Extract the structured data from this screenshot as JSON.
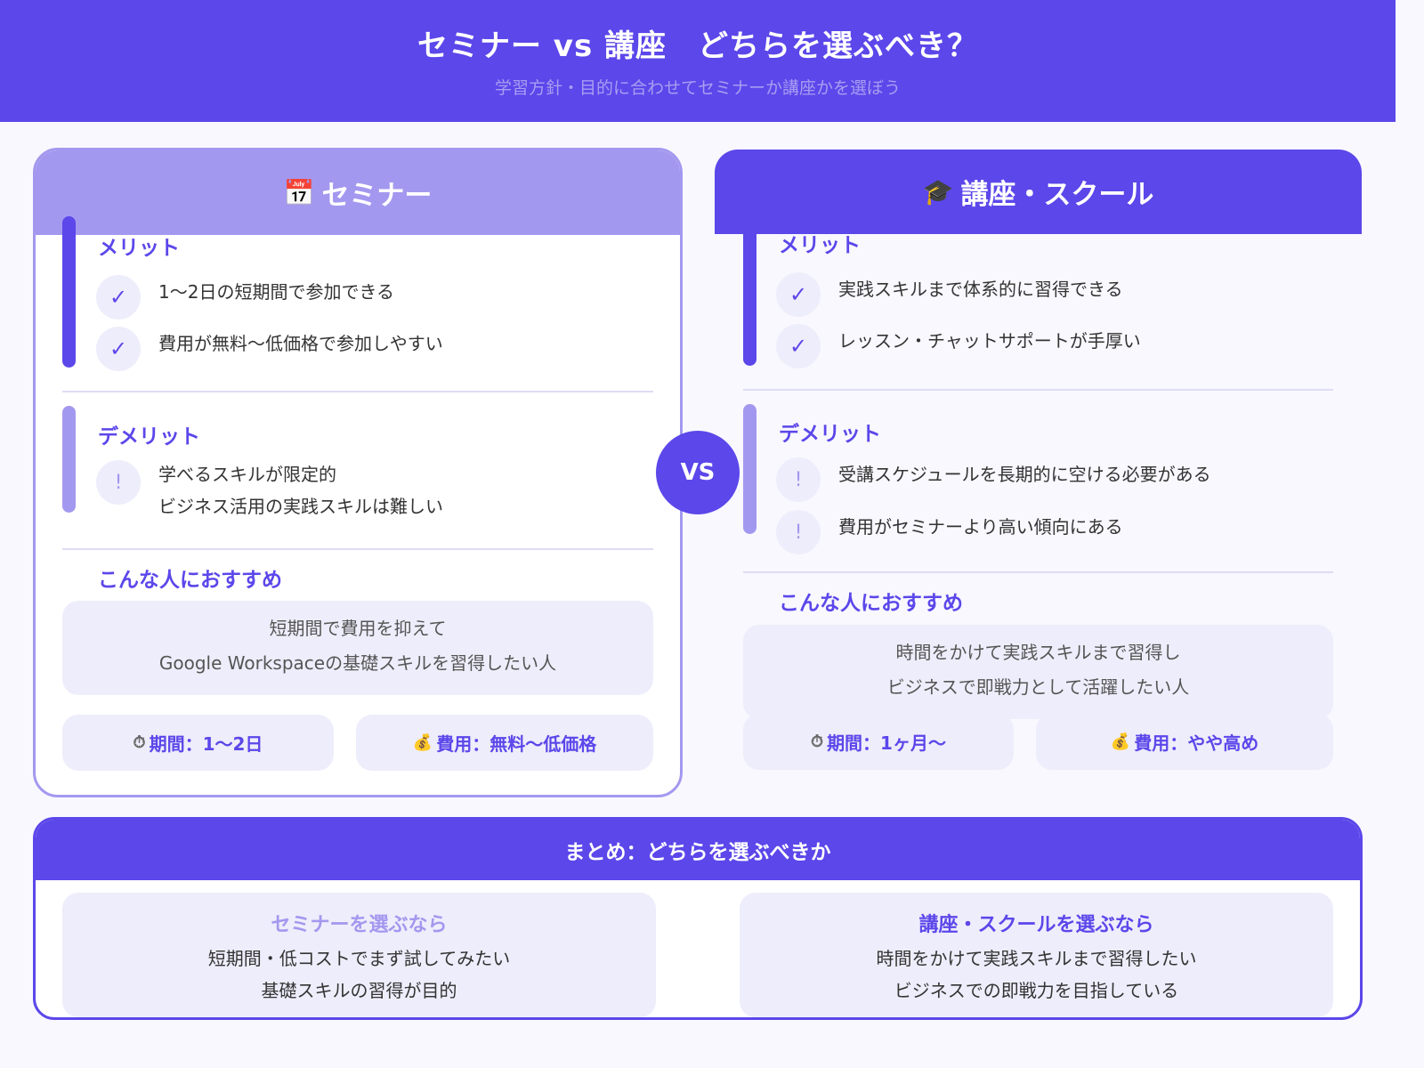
{
  "header": {
    "title": "セミナー vs 講座　どちらを選ぶべき？",
    "subtitle": "学習方針・目的に合わせてセミナーか講座かを選ぼう"
  },
  "colors": {
    "primary": "#5b47ea",
    "secondary": "#a398ef",
    "soft_bg": "#eeedfb",
    "page_bg": "#f8f8fe"
  },
  "vs_label": "VS",
  "seminar": {
    "icon": "📅",
    "title": "セミナー",
    "merit_title": "メリット",
    "merits": [
      "1〜2日の短期間で参加できる",
      "費用が無料〜低価格で参加しやすい"
    ],
    "demerit_title": "デメリット",
    "demerits": [
      "学べるスキルが限定的\nビジネス活用の実践スキルは難しい"
    ],
    "demerit_lines": [
      "学べるスキルが限定的",
      "ビジネス活用の実践スキルは難しい"
    ],
    "recommend_title": "こんな人におすすめ",
    "recommend_lines": [
      "短期間で費用を抑えて",
      "Google Workspaceの基礎スキルを習得したい人"
    ],
    "period_icon": "⏱",
    "period": "期間：1〜2日",
    "cost_icon": "💰",
    "cost": "費用：無料〜低価格"
  },
  "course": {
    "icon": "🎓",
    "title": "講座・スクール",
    "merit_title": "メリット",
    "merits": [
      "実践スキルまで体系的に習得できる",
      "レッスン・チャットサポートが手厚い"
    ],
    "demerit_title": "デメリット",
    "demerits": [
      "受講スケジュールを長期的に空ける必要がある",
      "費用がセミナーより高い傾向にある"
    ],
    "recommend_title": "こんな人におすすめ",
    "recommend_lines": [
      "時間をかけて実践スキルまで習得し",
      "ビジネスで即戦力として活躍したい人"
    ],
    "period_icon": "⏱",
    "period": "期間：1ヶ月〜",
    "cost_icon": "💰",
    "cost": "費用：やや高め"
  },
  "check_glyph": "✓",
  "warn_glyph": "!",
  "summary": {
    "title": "まとめ：どちらを選ぶべきか",
    "seminar": {
      "title": "セミナーを選ぶなら",
      "lines": [
        "短期間・低コストでまず試してみたい",
        "基礎スキルの習得が目的"
      ]
    },
    "course": {
      "title": "講座・スクールを選ぶなら",
      "lines": [
        "時間をかけて実践スキルまで習得したい",
        "ビジネスでの即戦力を目指している"
      ]
    }
  }
}
